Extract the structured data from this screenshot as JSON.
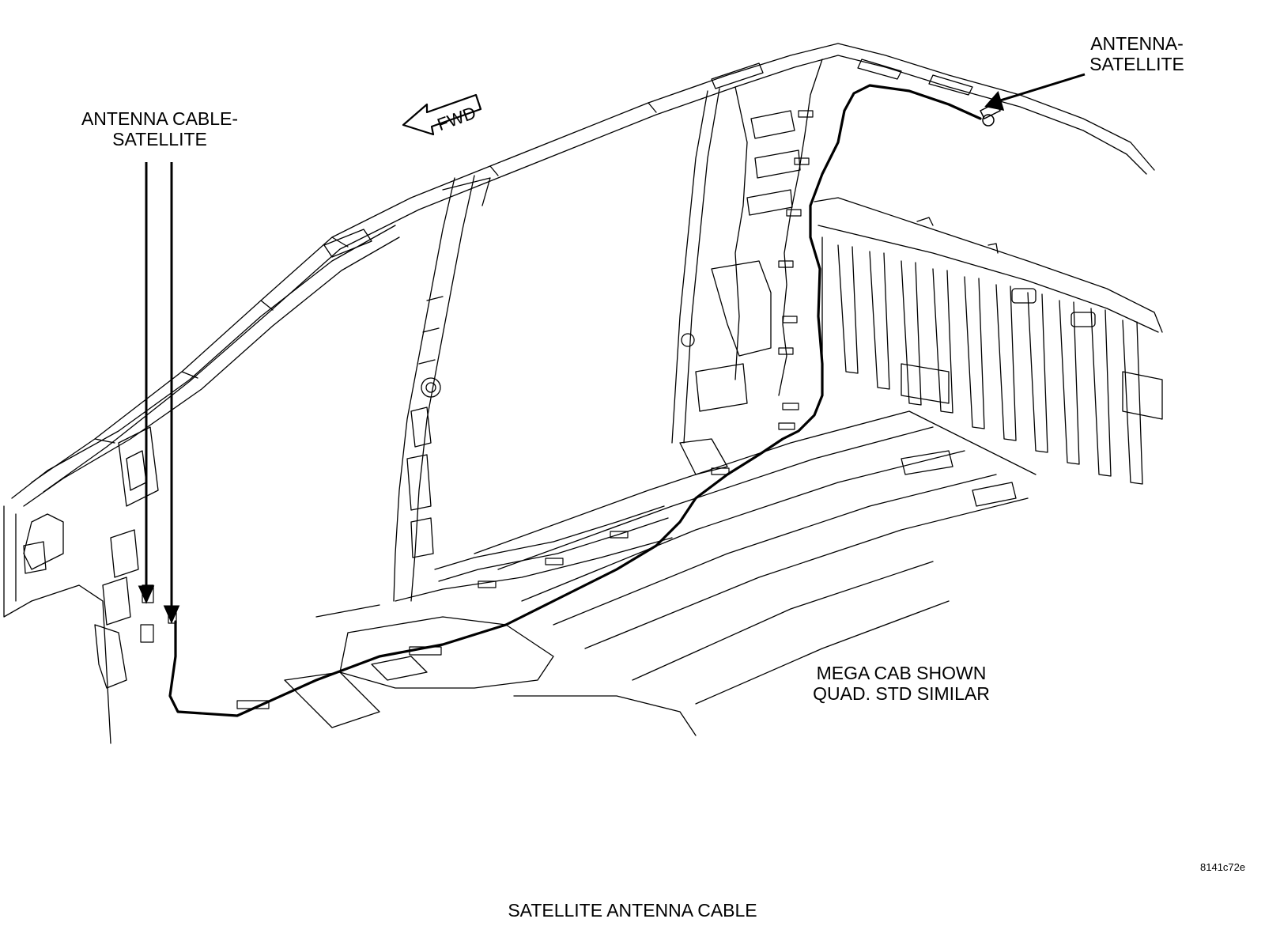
{
  "labels": {
    "antenna_cable": [
      "ANTENNA CABLE-",
      "SATELLITE"
    ],
    "antenna": [
      "ANTENNA-",
      "SATELLITE"
    ],
    "note": [
      "MEGA CAB SHOWN",
      "QUAD. STD SIMILAR"
    ],
    "figure_id": "8141c72e",
    "caption": "SATELLITE ANTENNA CABLE",
    "fwd_arrow": "FWD"
  },
  "colors": {
    "line": "#000000",
    "background": "#ffffff"
  }
}
